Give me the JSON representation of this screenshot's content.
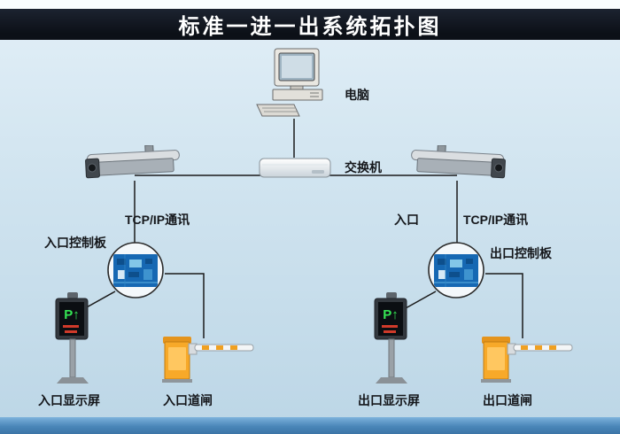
{
  "title": "标准一进一出系统拓扑图",
  "nodes": {
    "computer": {
      "label": "电脑"
    },
    "switch": {
      "label": "交换机"
    },
    "link_left": {
      "label": "TCP/IP通讯"
    },
    "link_right": {
      "label": "TCP/IP通讯"
    },
    "entrance": {
      "label": "入口"
    },
    "entrance_board": {
      "label": "入口控制板"
    },
    "exit_board": {
      "label": "出口控制板"
    },
    "entrance_display": {
      "label": "入口显示屏",
      "screen_text": "P↑"
    },
    "exit_display": {
      "label": "出口显示屏",
      "screen_text": "P↑"
    },
    "entrance_gate": {
      "label": "入口道闸"
    },
    "exit_gate": {
      "label": "出口道闸"
    }
  },
  "colors": {
    "title_bg": "#0c1017",
    "title_text": "#ffffff",
    "background": "#cfe3ef",
    "footer_bar": "#4a86b8",
    "line": "#1a1a1a",
    "pcb_blue": "#1668b3",
    "gate_orange": "#f7a929",
    "screen_green": "#35e554"
  }
}
